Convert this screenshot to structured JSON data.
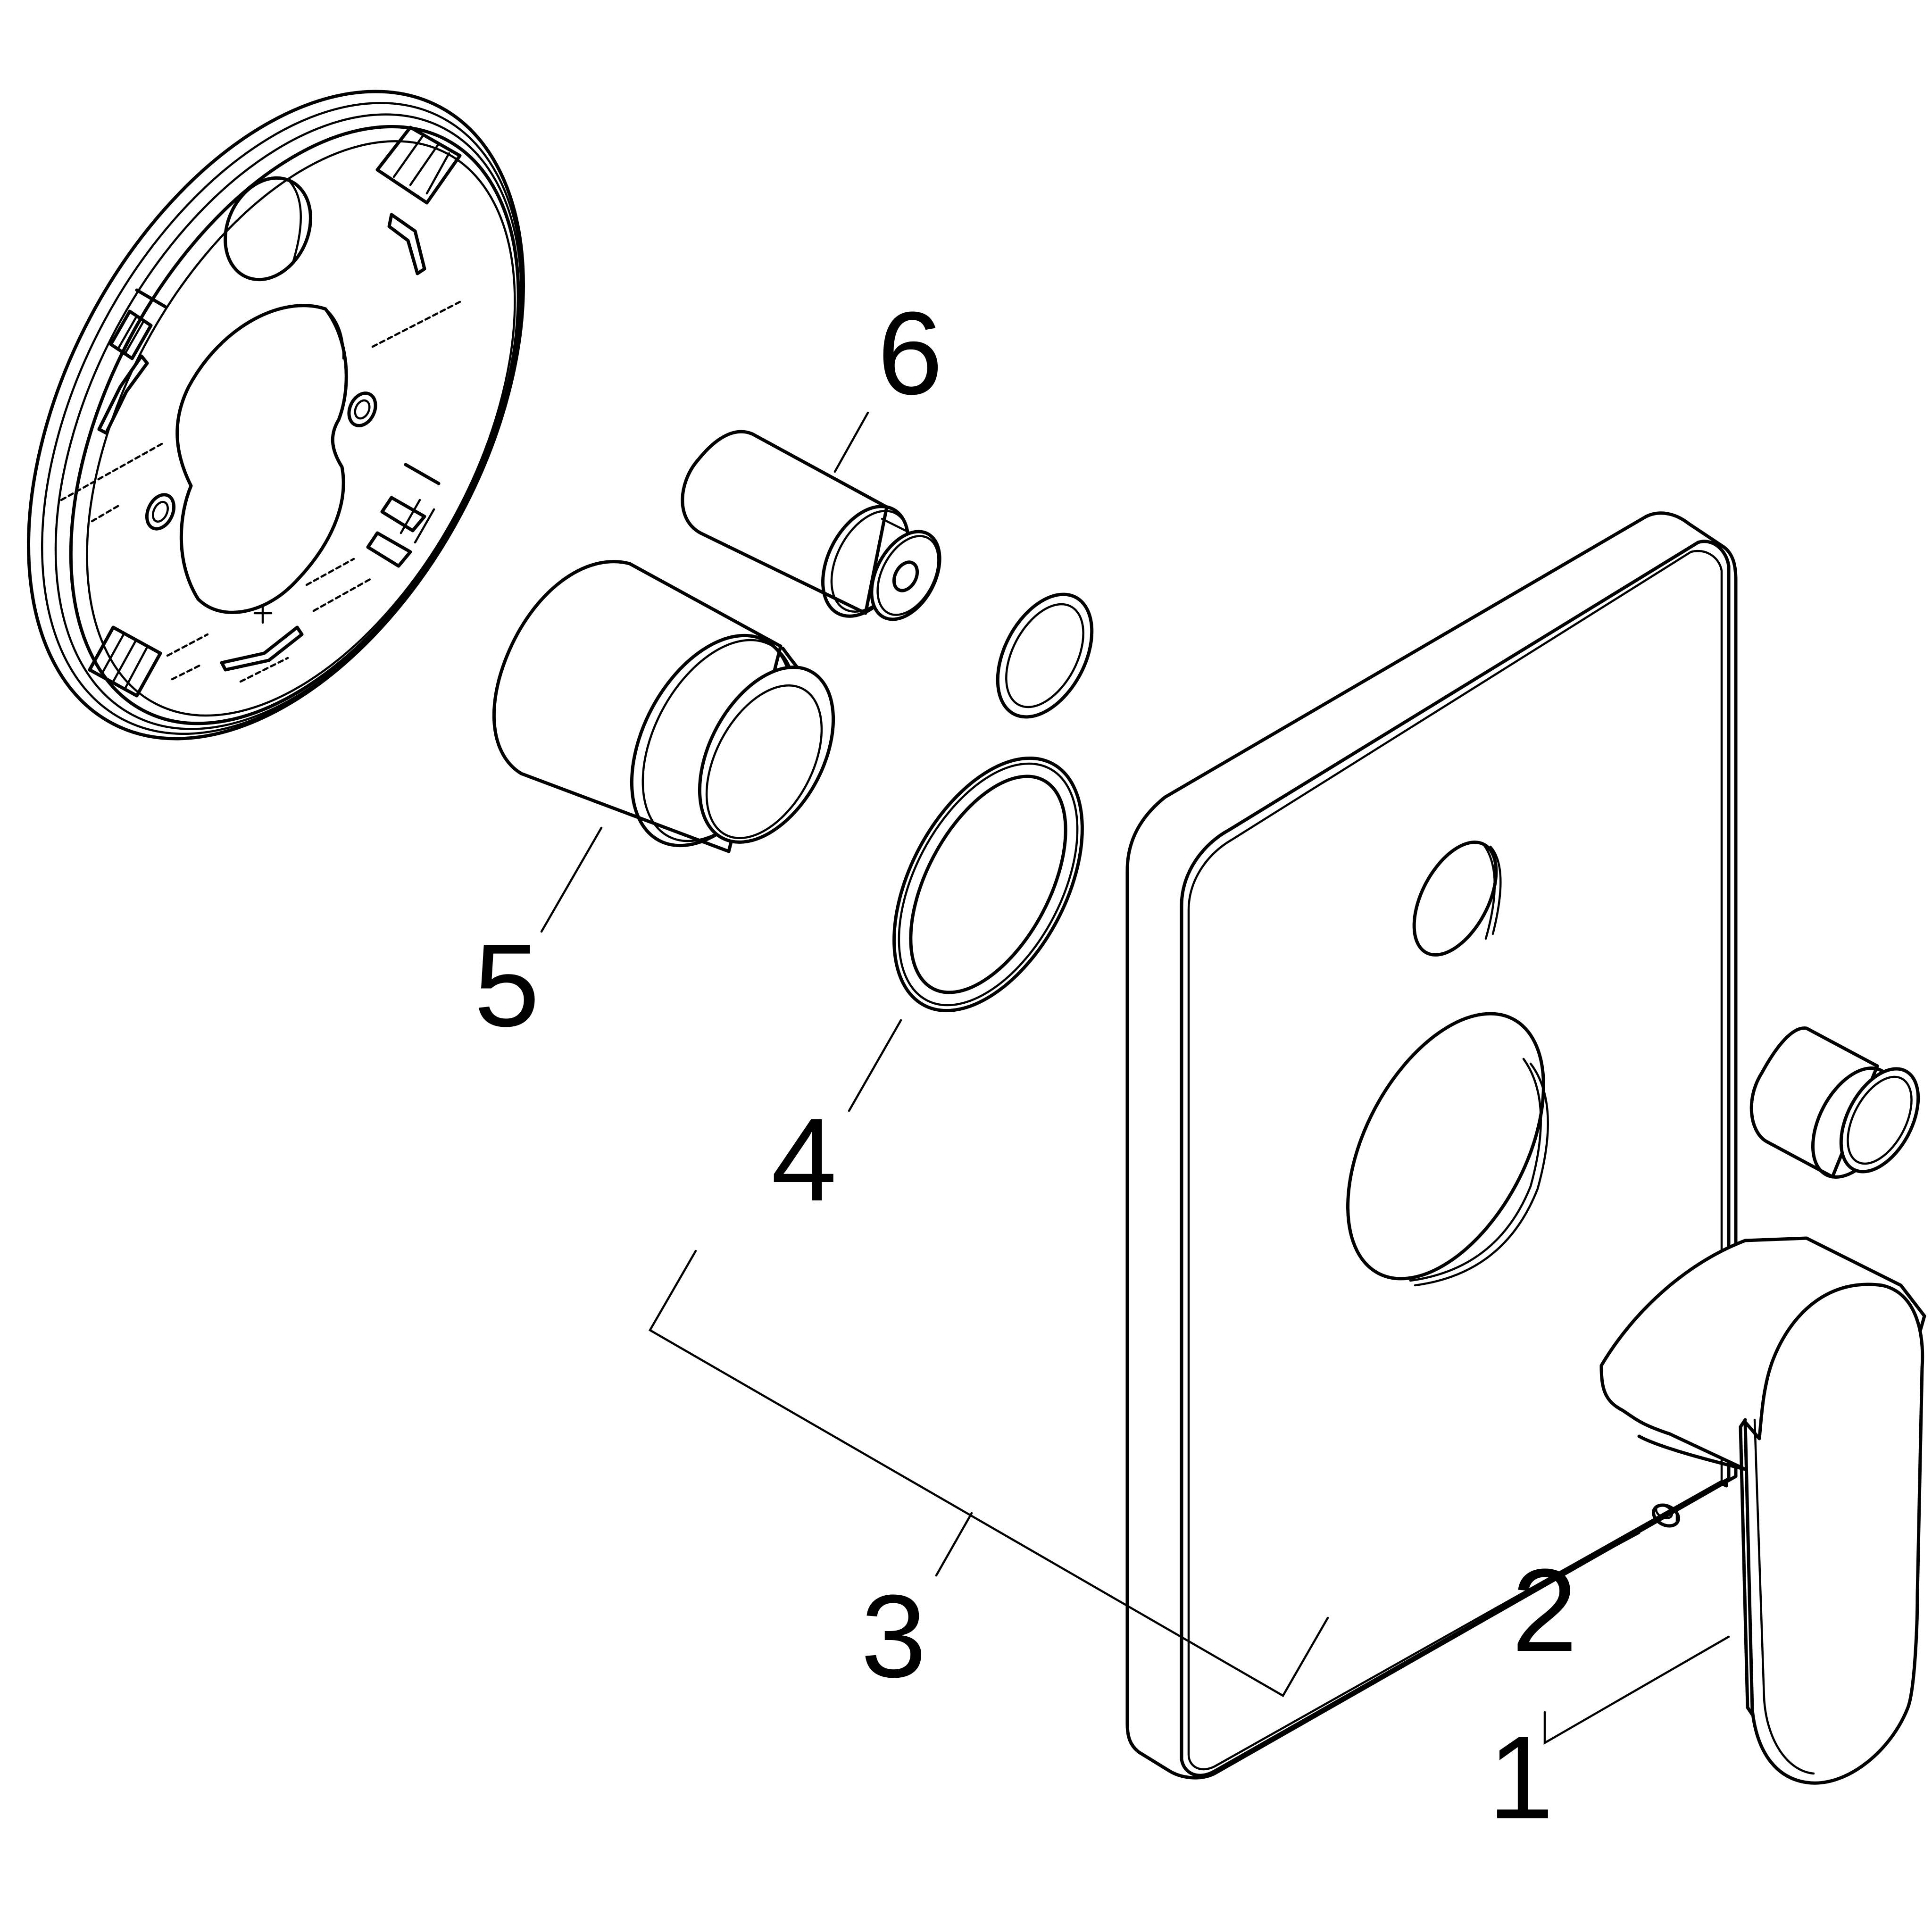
{
  "callouts": [
    {
      "id": "1",
      "text": "1"
    },
    {
      "id": "2",
      "text": "2"
    },
    {
      "id": "3",
      "text": "3"
    },
    {
      "id": "4",
      "text": "4"
    },
    {
      "id": "5",
      "text": "5"
    },
    {
      "id": "6",
      "text": "6"
    }
  ],
  "colors": {
    "line": "#000000",
    "background": "#ffffff"
  }
}
